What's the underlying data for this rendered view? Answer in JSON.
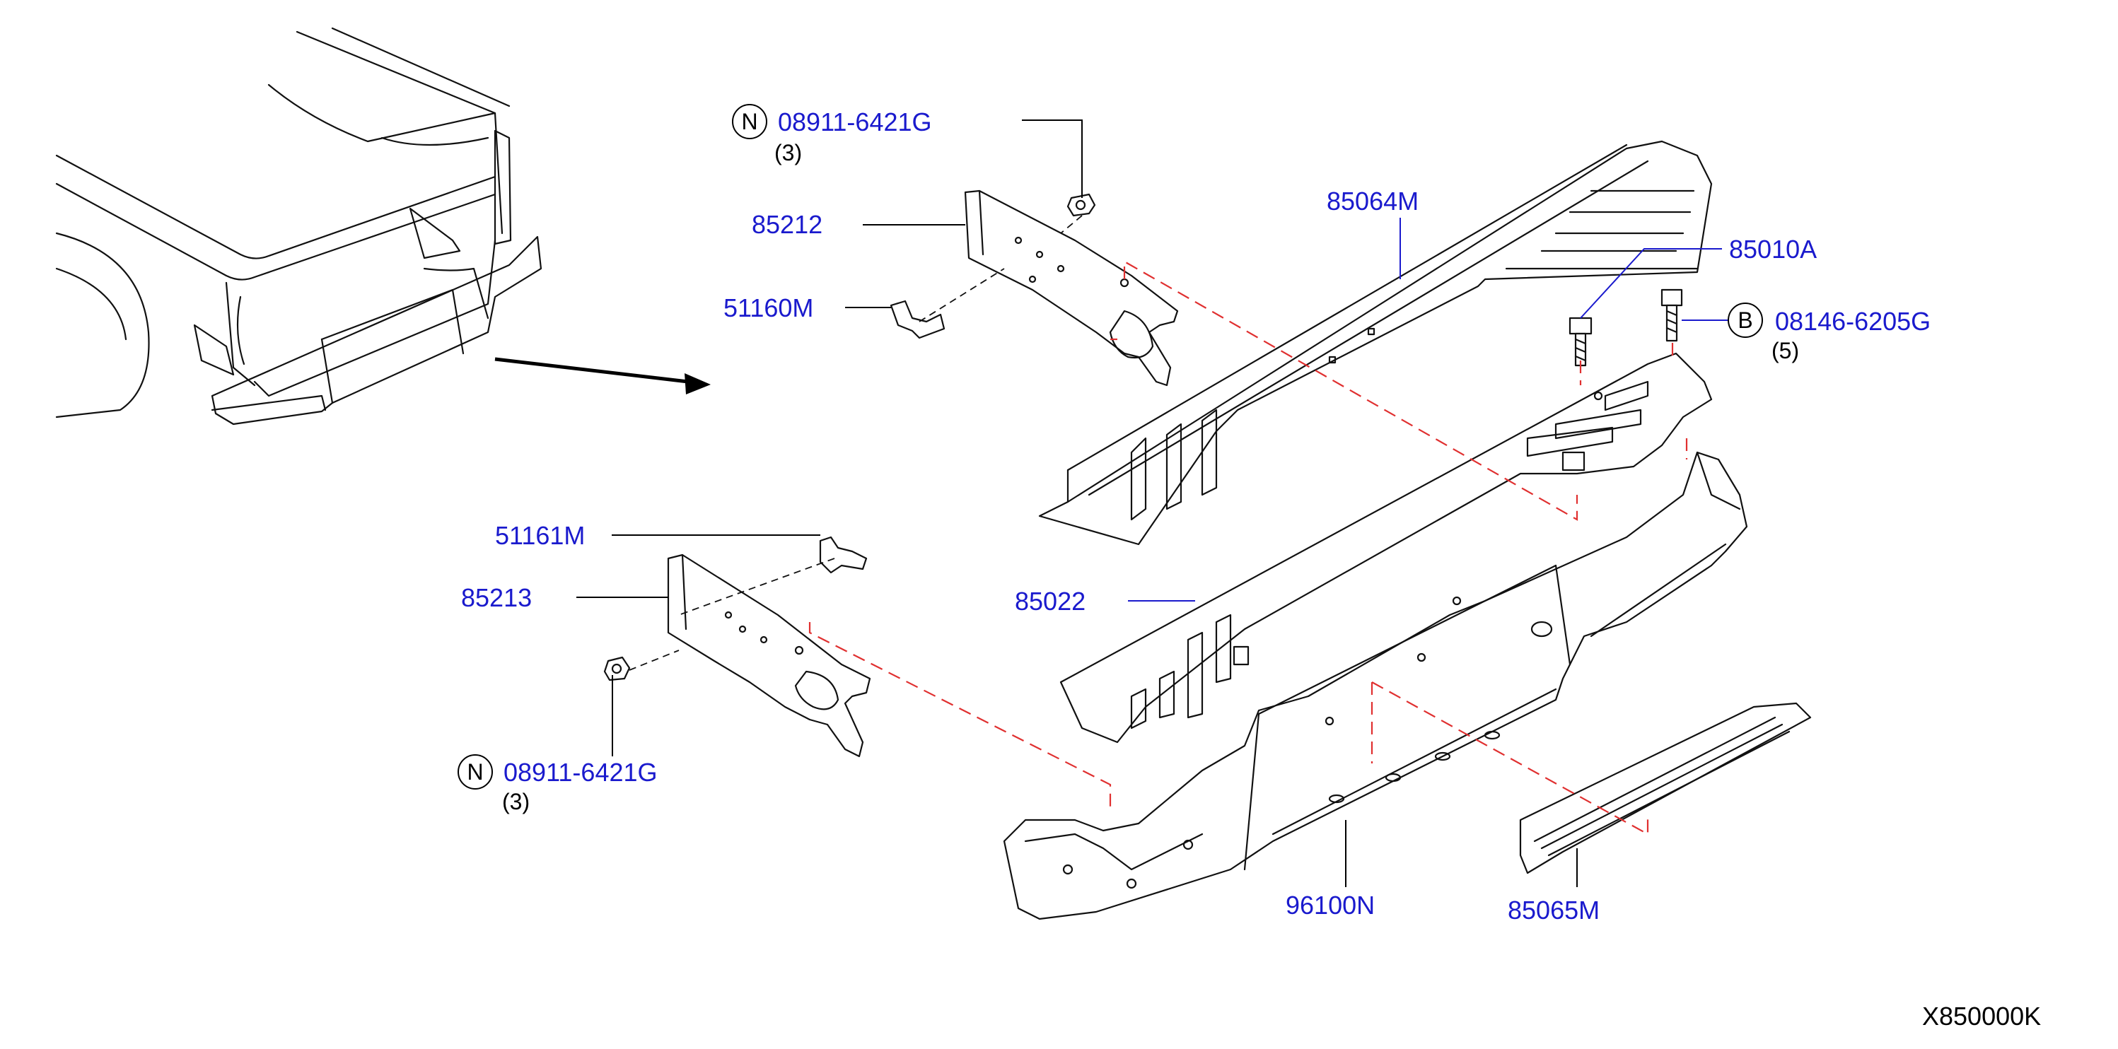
{
  "diagram": {
    "reference_code": "X850000K",
    "colors": {
      "part_number": "#1a1acd",
      "line_art": "#111111",
      "dashed_alignment": "#e03030"
    },
    "callouts": [
      {
        "id": "nut-upper",
        "marker": "N",
        "part_number": "08911-6421G",
        "quantity": "(3)"
      },
      {
        "id": "bracket-85212",
        "part_number": "85212"
      },
      {
        "id": "clip-51160M",
        "part_number": "51160M"
      },
      {
        "id": "step-85064M",
        "part_number": "85064M"
      },
      {
        "id": "bolt-85010A",
        "part_number": "85010A"
      },
      {
        "id": "bolt-upper",
        "marker": "B",
        "part_number": "08146-6205G",
        "quantity": "(5)"
      },
      {
        "id": "clip-51161M",
        "part_number": "51161M"
      },
      {
        "id": "bracket-85213",
        "part_number": "85213"
      },
      {
        "id": "reinforce-85022",
        "part_number": "85022"
      },
      {
        "id": "nut-lower",
        "marker": "N",
        "part_number": "08911-6421G",
        "quantity": "(3)"
      },
      {
        "id": "bumper-96100N",
        "part_number": "96100N"
      },
      {
        "id": "step-85065M",
        "part_number": "85065M"
      }
    ]
  }
}
